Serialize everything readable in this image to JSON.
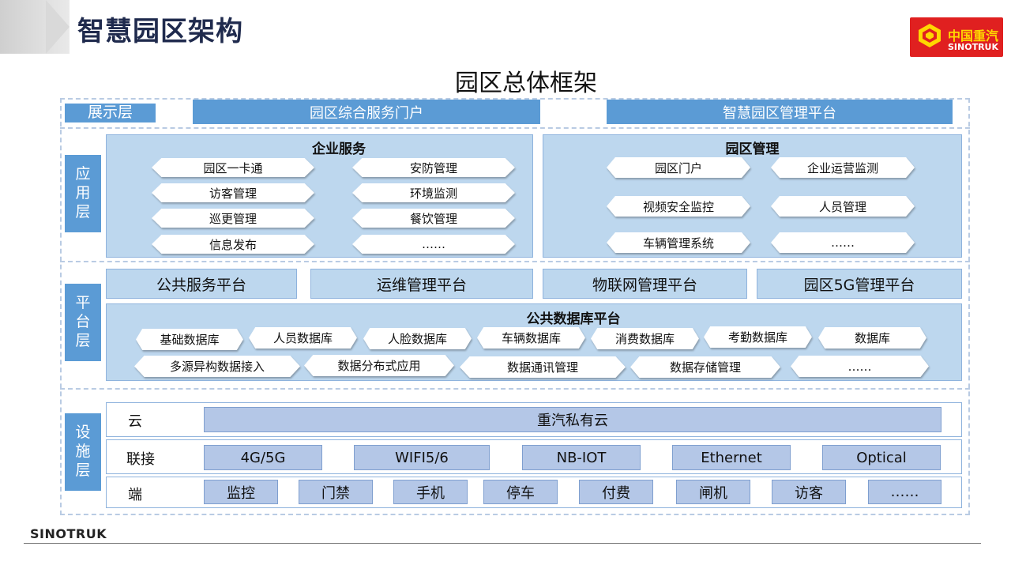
{
  "header": {
    "title": "智慧园区架构"
  },
  "logo": {
    "cn": "中国重汽",
    "en": "SINOTRUK"
  },
  "main_title": "园区总体框架",
  "display_layer": {
    "label": "展示层",
    "items": [
      "园区综合服务门户",
      "智慧园区管理平台"
    ]
  },
  "app_layer": {
    "label": "应用层",
    "enterprise": {
      "title": "企业服务",
      "items": [
        "园区一卡通",
        "安防管理",
        "访客管理",
        "环境监测",
        "巡更管理",
        "餐饮管理",
        "信息发布",
        "……"
      ]
    },
    "park": {
      "title": "园区管理",
      "items": [
        "园区门户",
        "企业运营监测",
        "视频安全监控",
        "人员管理",
        "车辆管理系统",
        "……"
      ]
    }
  },
  "platform_layer": {
    "label": "平台层",
    "platforms": [
      "公共服务平台",
      "运维管理平台",
      "物联网管理平台",
      "园区5G管理平台"
    ],
    "database": {
      "title": "公共数据库平台",
      "row1": [
        "基础数据库",
        "人员数据库",
        "人脸数据库",
        "车辆数据库",
        "消费数据库",
        "考勤数据库",
        "数据库"
      ],
      "row2": [
        "多源异构数据接入",
        "数据分布式应用",
        "数据通讯管理",
        "数据存储管理",
        "……"
      ]
    }
  },
  "infra_layer": {
    "label": "设施层",
    "cloud": {
      "label": "云",
      "value": "重汽私有云"
    },
    "network": {
      "label": "联接",
      "items": [
        "4G/5G",
        "WIFI5/6",
        "NB-IOT",
        "Ethernet",
        "Optical"
      ]
    },
    "terminal": {
      "label": "端",
      "items": [
        "监控",
        "门禁",
        "手机",
        "停车",
        "付费",
        "闸机",
        "访客",
        "……"
      ]
    }
  },
  "footer": {
    "brand": "SINOTRUK"
  },
  "colors": {
    "accent_blue": "#5b9bd5",
    "panel_blue": "#bdd7ee",
    "infra_blue": "#b4c7e7",
    "logo_red": "#e02020"
  }
}
